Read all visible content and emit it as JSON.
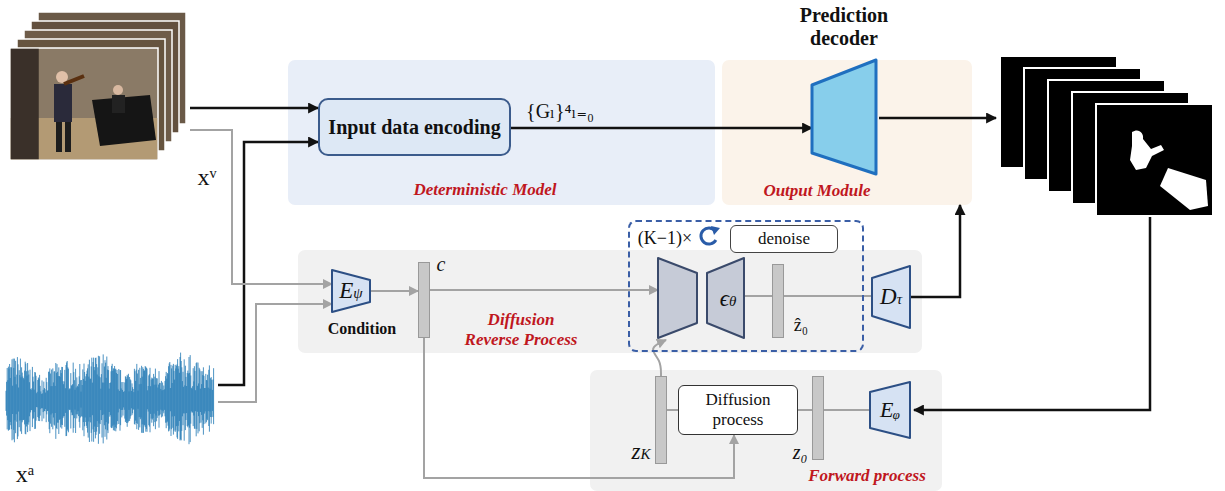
{
  "diagram": {
    "nodes": [
      {
        "text": [
          "xᵛ"
        ]
      },
      {
        "text": [
          "Deterministic Model"
        ]
      },
      {
        "text": [
          "Input data encoding"
        ],
        "in": 1
      },
      {
        "text": [
          "Output Module"
        ]
      },
      {
        "text": [
          "Prediction decoder"
        ],
        "in": 3
      },
      {
        "text": [
          "xᵃ"
        ]
      },
      {
        "text": [
          "Diffusion Reverse Process"
        ]
      },
      {
        "text": [
          "Eψ",
          "Condition"
        ],
        "in": 6
      },
      {
        "text": [
          "c"
        ],
        "in": 6
      },
      {
        "text": [
          "(K−1)×"
        ],
        "in": 6
      },
      {
        "text": [
          "denoise"
        ],
        "in": 9
      },
      {
        "text": [
          "ϵθ"
        ],
        "in": 9
      },
      {
        "text": [
          "ẑ₀"
        ],
        "in": 9
      },
      {
        "text": [
          "Dτ"
        ],
        "in": 6
      },
      {
        "text": [
          "Forward process"
        ]
      },
      {
        "text": [
          "zK"
        ],
        "in": 14
      },
      {
        "text": [
          "Diffusion process"
        ],
        "in": 14
      },
      {
        "text": [
          "z₀"
        ],
        "in": 14
      },
      {
        "text": [
          "Eᵩ"
        ],
        "in": 14
      }
    ],
    "edges": [
      {
        "from": 0,
        "to": 2,
        "arrow": "to"
      },
      {
        "from": 5,
        "to": 2,
        "arrow": "to"
      },
      {
        "from": 0,
        "to": 7,
        "arrow": "to"
      },
      {
        "from": 5,
        "to": 7,
        "arrow": "to"
      },
      {
        "from": 2,
        "to": 4,
        "arrow": "to",
        "label": "{Gₗ}⁴ₗ₌₀"
      },
      {
        "from": 7,
        "to": 8,
        "arrow": "to"
      },
      {
        "from": 8,
        "to": 11,
        "arrow": "to"
      },
      {
        "from": 8,
        "to": 16,
        "arrow": "to"
      },
      {
        "from": 11,
        "to": 12,
        "arrow": "none"
      },
      {
        "from": 12,
        "to": 13,
        "arrow": "none"
      },
      {
        "from": 13,
        "to": 3,
        "arrow": "to"
      },
      {
        "from": 18,
        "to": 17,
        "arrow": "none"
      },
      {
        "from": 17,
        "to": 16,
        "arrow": "none"
      },
      {
        "from": 16,
        "to": 15,
        "arrow": "none"
      },
      {
        "from": 15,
        "to": 11,
        "arrow": "to"
      }
    ]
  }
}
